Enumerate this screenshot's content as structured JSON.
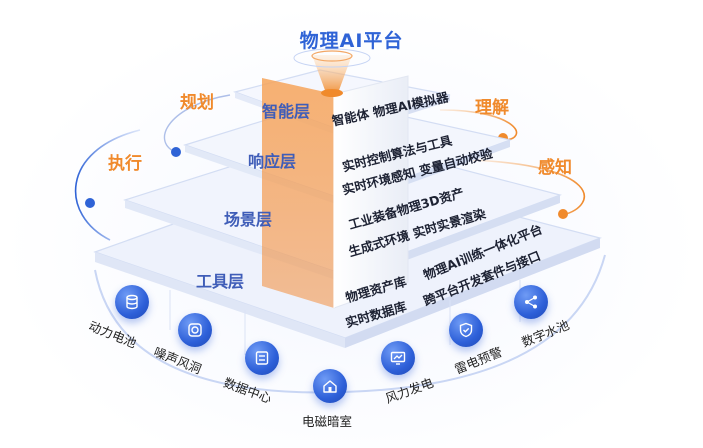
{
  "title": "物理AI平台",
  "layers": [
    "智能层",
    "响应层",
    "场景层",
    "工具层"
  ],
  "side_words": {
    "plan": "规划",
    "execute": "执行",
    "understand": "理解",
    "perceive": "感知"
  },
  "features": {
    "intelligence": "智能体 物理AI模拟器",
    "response_1": "实时控制算法与工具",
    "response_2": "实时环境感知 变量自动校验",
    "scene_1": "工业装备物理3D资产",
    "scene_2": "生成式环境 实时实景渲染",
    "tool_1a": "物理资产库",
    "tool_1b": "物理AI训练一体化平台",
    "tool_2a": "实时数据库",
    "tool_2b": "跨平台开发套件与接口"
  },
  "tools": [
    {
      "label": "动力电池",
      "icon": "database-icon"
    },
    {
      "label": "噪声风洞",
      "icon": "disc-icon"
    },
    {
      "label": "数据中心",
      "icon": "server-icon"
    },
    {
      "label": "电磁暗室",
      "icon": "house-icon"
    },
    {
      "label": "风力发电",
      "icon": "monitor-chart-icon"
    },
    {
      "label": "雷电预警",
      "icon": "shield-check-icon"
    },
    {
      "label": "数字水池",
      "icon": "share-icon"
    }
  ],
  "colors": {
    "blue": "#2f63d6",
    "orange": "#f08a2c",
    "layer": "#eef2fc"
  }
}
